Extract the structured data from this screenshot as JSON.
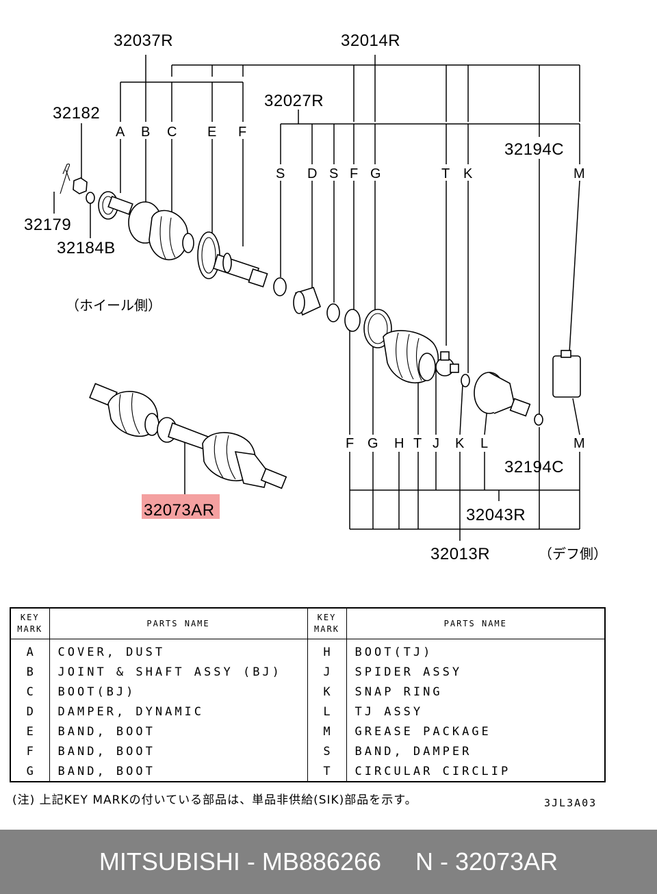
{
  "diagram": {
    "part_numbers": {
      "p32037R": "32037R",
      "p32014R": "32014R",
      "p32182": "32182",
      "p32027R": "32027R",
      "p32194C_top": "32194C",
      "p32179": "32179",
      "p32184B": "32184B",
      "p32073AR": "32073AR",
      "p32194C_bottom": "32194C",
      "p32043R": "32043R",
      "p32013R": "32013R"
    },
    "wheel_side_label": "（ホイール側）",
    "diff_side_label": "（デフ側）",
    "top_marks": [
      "A",
      "B",
      "C",
      "E",
      "F"
    ],
    "mid_marks": [
      "S",
      "D",
      "S",
      "F",
      "G",
      "T",
      "K",
      "M"
    ],
    "bottom_marks": [
      "F",
      "G",
      "H",
      "T",
      "J",
      "K",
      "L",
      "M"
    ],
    "highlight_color": "#f4a0a0"
  },
  "table": {
    "key_mark_header": "KEY MARK",
    "parts_name_header": "PARTS NAME",
    "left_rows": [
      {
        "key": "A",
        "name": "COVER, DUST"
      },
      {
        "key": "B",
        "name": "JOINT & SHAFT ASSY (BJ)"
      },
      {
        "key": "C",
        "name": "BOOT(BJ)"
      },
      {
        "key": "D",
        "name": "DAMPER, DYNAMIC"
      },
      {
        "key": "E",
        "name": "BAND, BOOT"
      },
      {
        "key": "F",
        "name": "BAND, BOOT"
      },
      {
        "key": "G",
        "name": "BAND, BOOT"
      }
    ],
    "right_rows": [
      {
        "key": "H",
        "name": "BOOT(TJ)"
      },
      {
        "key": "J",
        "name": "SPIDER ASSY"
      },
      {
        "key": "K",
        "name": "SNAP RING"
      },
      {
        "key": "L",
        "name": "TJ ASSY"
      },
      {
        "key": "M",
        "name": "GREASE PACKAGE"
      },
      {
        "key": "S",
        "name": "BAND, DAMPER"
      },
      {
        "key": "T",
        "name": "CIRCULAR CIRCLIP"
      }
    ]
  },
  "note": "(注) 上記KEY MARKの付いている部品は、単品非供給(SIK)部品を示す。",
  "drawing_code": "3JL3A03",
  "footer": {
    "brand_part": "MITSUBISHI - MB886266",
    "ref": "N - 32073AR",
    "background": "#828282"
  }
}
